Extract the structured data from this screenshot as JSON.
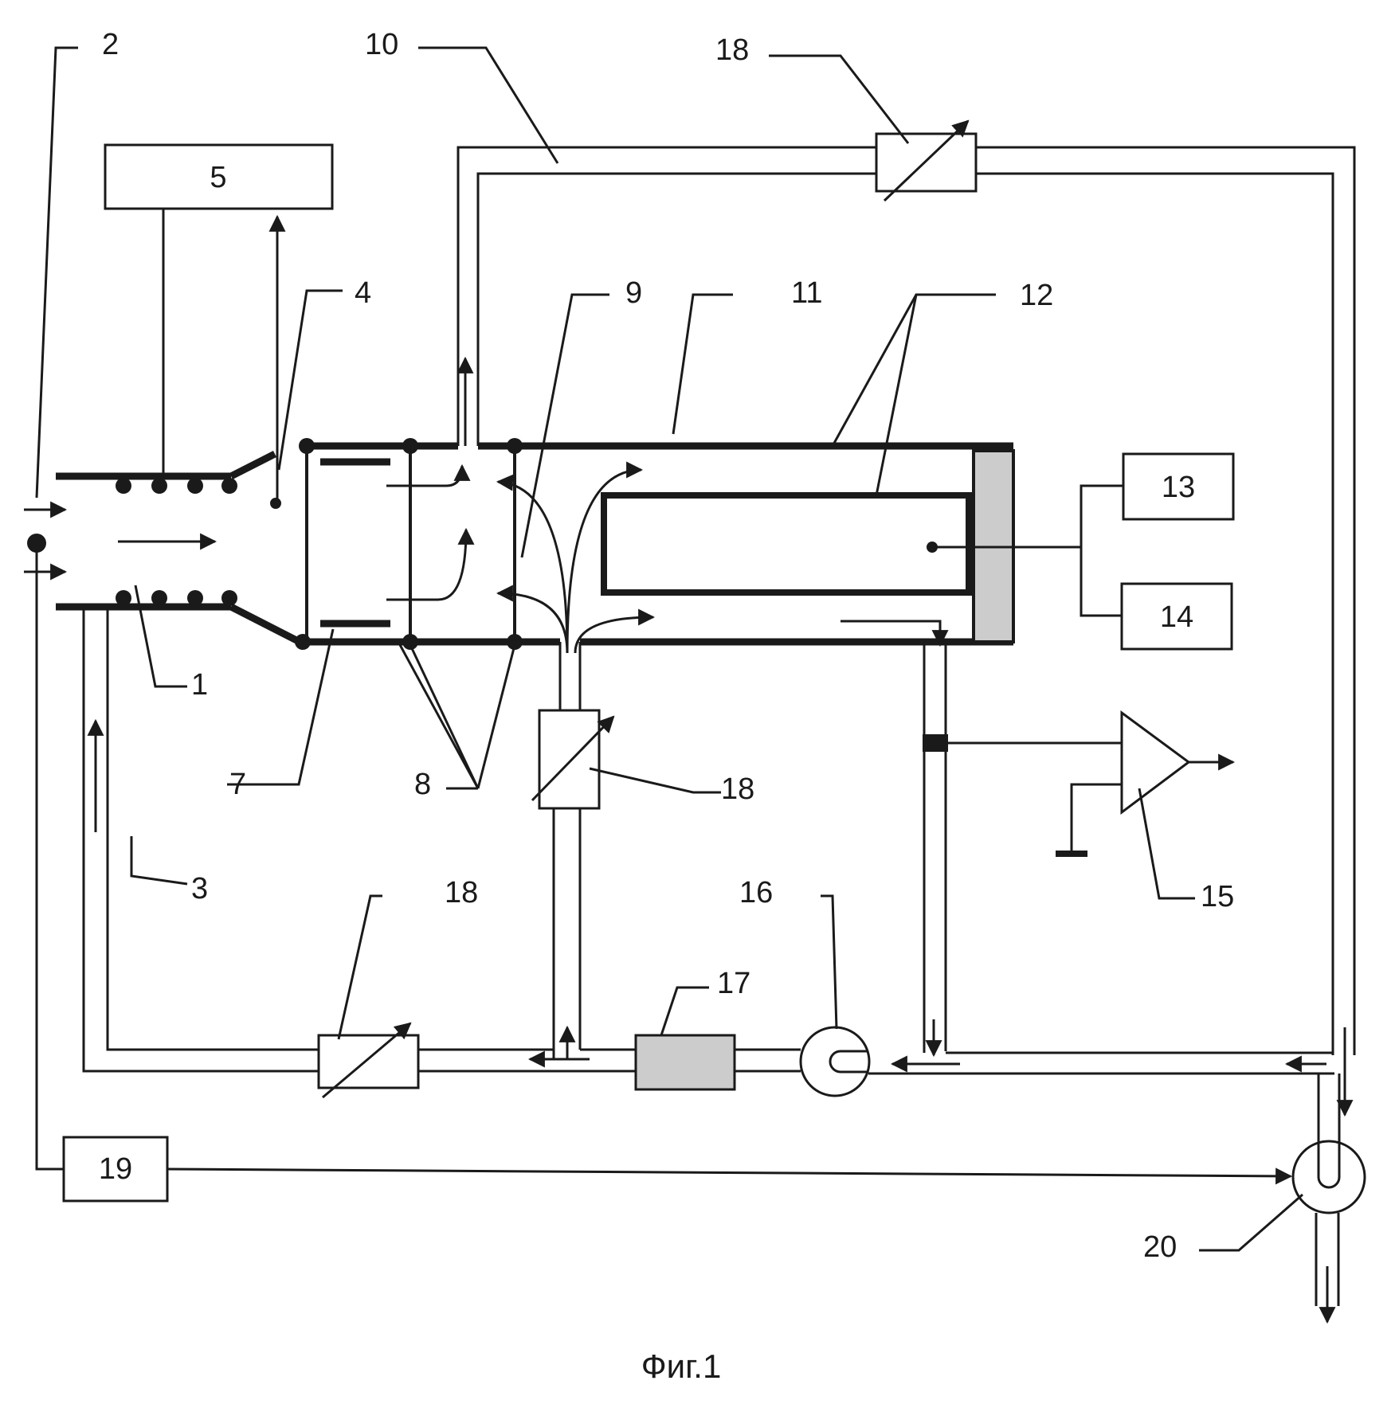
{
  "labels": {
    "l1": "1",
    "l2": "2",
    "l3": "3",
    "l4": "4",
    "l5": "5",
    "l7": "7",
    "l8": "8",
    "l9": "9",
    "l10": "10",
    "l11": "11",
    "l12": "12",
    "l13": "13",
    "l14": "14",
    "l15": "15",
    "l16": "16",
    "l17": "17",
    "l18a": "18",
    "l18b": "18",
    "l18c": "18",
    "l19": "19",
    "l20": "20"
  },
  "caption": "Фиг.1"
}
